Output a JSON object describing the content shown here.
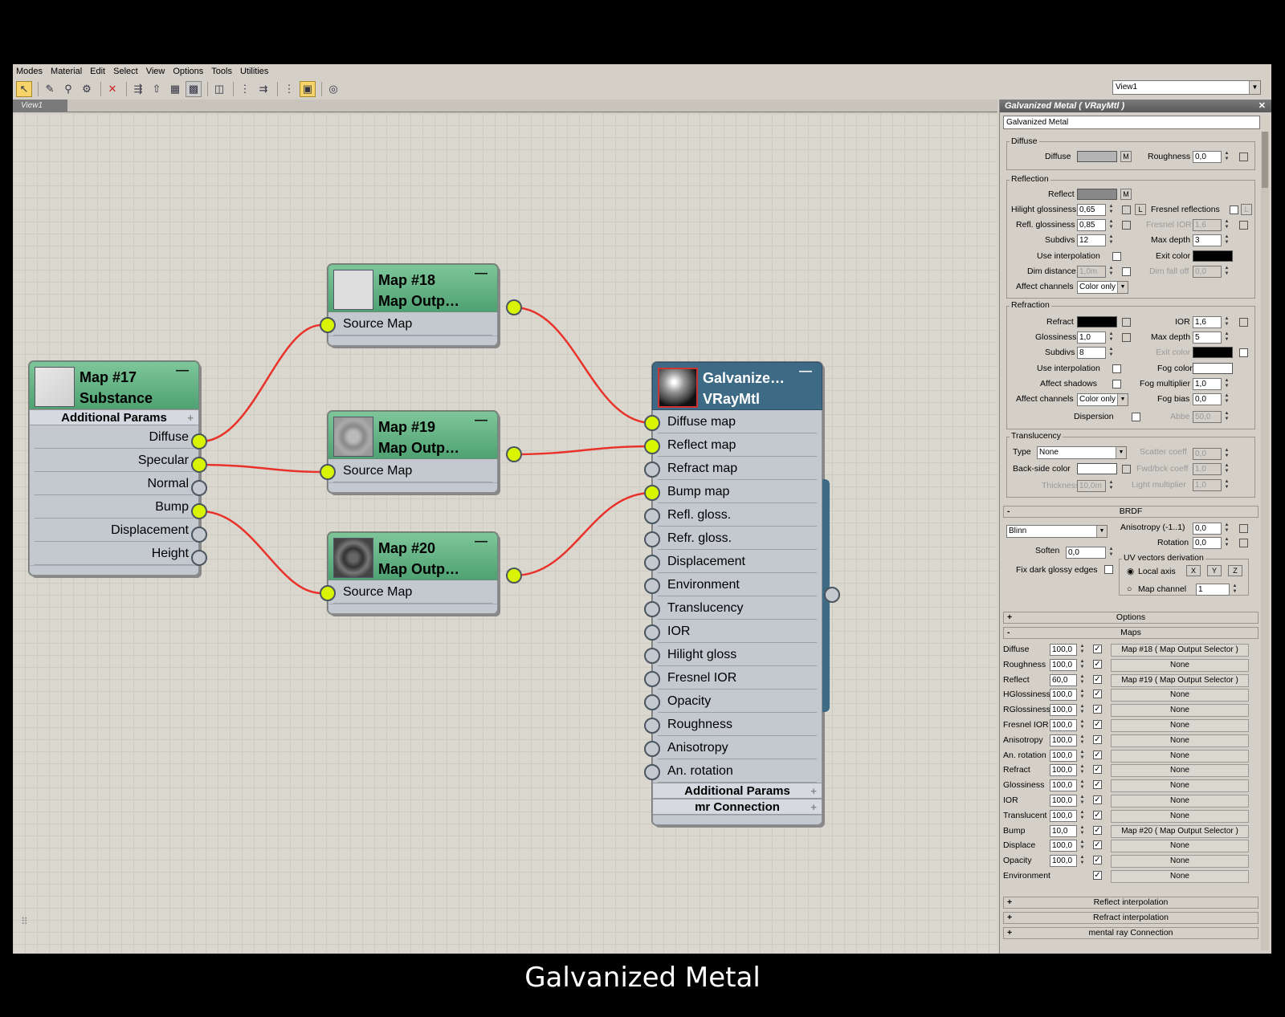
{
  "menu": [
    "Modes",
    "Material",
    "Edit",
    "Select",
    "View",
    "Options",
    "Tools",
    "Utilities"
  ],
  "view_dropdown": "View1",
  "view_tab": "View1",
  "caption": "Galvanized Metal",
  "nodes": {
    "map17": {
      "title1": "Map #17",
      "title2": "Substance",
      "group": "Additional Params",
      "slots": [
        "Diffuse",
        "Specular",
        "Normal",
        "Bump",
        "Displacement",
        "Height"
      ]
    },
    "map18": {
      "title1": "Map #18",
      "title2": "Map Outp…",
      "slot": "Source Map"
    },
    "map19": {
      "title1": "Map #19",
      "title2": "Map Outp…",
      "slot": "Source Map"
    },
    "map20": {
      "title1": "Map #20",
      "title2": "Map Outp…",
      "slot": "Source Map"
    },
    "vray": {
      "title1": "Galvanize…",
      "title2": "VRayMtl",
      "slots": [
        "Diffuse map",
        "Reflect map",
        "Refract map",
        "Bump map",
        "Refl. gloss.",
        "Refr. gloss.",
        "Displacement",
        "Environment",
        "Translucency",
        "IOR",
        "Hilight gloss",
        "Fresnel IOR",
        "Opacity",
        "Roughness",
        "Anisotropy",
        "An. rotation"
      ],
      "groups": [
        "Additional Params",
        "mr Connection"
      ]
    }
  },
  "panel": {
    "title": "Galvanized Metal  ( VRayMtl )",
    "name": "Galvanized Metal",
    "diffuse": {
      "group": "Diffuse",
      "diffuse_label": "Diffuse",
      "m": "M",
      "roughness_label": "Roughness",
      "roughness": "0,0",
      "diffuse_color": "#b4b4b4"
    },
    "reflection": {
      "group": "Reflection",
      "reflect_label": "Reflect",
      "m": "M",
      "reflect_color": "#888888",
      "hilight_label": "Hilight glossiness",
      "hilight": "0,65",
      "l": "L",
      "fresnel_label": "Fresnel reflections",
      "refl_label": "Refl. glossiness",
      "refl": "0,85",
      "fresnel_ior_label": "Fresnel IOR",
      "fresnel_ior": "1,6",
      "subdivs_label": "Subdivs",
      "subdivs": "12",
      "maxdepth_label": "Max depth",
      "maxdepth": "3",
      "interp_label": "Use interpolation",
      "exit_label": "Exit color",
      "dim_label": "Dim distance",
      "dim": "1,0m",
      "dimfall_label": "Dim fall off",
      "dimfall": "0,0",
      "affect_label": "Affect channels",
      "affect": "Color only"
    },
    "refraction": {
      "group": "Refraction",
      "refract_label": "Refract",
      "ior_label": "IOR",
      "ior": "1,6",
      "gloss_label": "Glossiness",
      "gloss": "1,0",
      "maxdepth_label": "Max depth",
      "maxdepth": "5",
      "subdivs_label": "Subdivs",
      "subdivs": "8",
      "exit_label": "Exit color",
      "interp_label": "Use interpolation",
      "fogcolor_label": "Fog color",
      "shadows_label": "Affect shadows",
      "fogmult_label": "Fog multiplier",
      "fogmult": "1,0",
      "affect_label": "Affect channels",
      "affect": "Color only",
      "fogbias_label": "Fog bias",
      "fogbias": "0,0",
      "dispersion_label": "Dispersion",
      "abbe_label": "Abbe",
      "abbe": "50,0"
    },
    "translucency": {
      "group": "Translucency",
      "type_label": "Type",
      "type": "None",
      "scatter_label": "Scatter coeff",
      "scatter": "0,0",
      "backside_label": "Back-side color",
      "fwd_label": "Fwd/bck coeff",
      "fwd": "1,0",
      "thickness_label": "Thickness",
      "thickness": "10,0m",
      "light_label": "Light multiplier",
      "light": "1,0"
    },
    "brdf": {
      "rollout": "BRDF",
      "type": "Blinn",
      "aniso_label": "Anisotropy (-1..1)",
      "aniso": "0,0",
      "rotation_label": "Rotation",
      "rotation": "0,0",
      "soften_label": "Soften",
      "soften": "0,0",
      "uv_group": "UV vectors derivation",
      "local_label": "Local axis",
      "x": "X",
      "y": "Y",
      "z": "Z",
      "fix_label": "Fix dark glossy edges",
      "mapch_label": "Map channel",
      "mapch": "1"
    },
    "options_rollout": "Options",
    "maps_rollout": "Maps",
    "maps": [
      {
        "label": "Diffuse",
        "value": "100,0",
        "map": "Map #18  ( Map Output Selector )"
      },
      {
        "label": "Roughness",
        "value": "100,0",
        "map": "None"
      },
      {
        "label": "Reflect",
        "value": "60,0",
        "map": "Map #19  ( Map Output Selector )"
      },
      {
        "label": "HGlossiness",
        "value": "100,0",
        "map": "None"
      },
      {
        "label": "RGlossiness",
        "value": "100,0",
        "map": "None"
      },
      {
        "label": "Fresnel IOR",
        "value": "100,0",
        "map": "None"
      },
      {
        "label": "Anisotropy",
        "value": "100,0",
        "map": "None"
      },
      {
        "label": "An. rotation",
        "value": "100,0",
        "map": "None"
      },
      {
        "label": "Refract",
        "value": "100,0",
        "map": "None"
      },
      {
        "label": "Glossiness",
        "value": "100,0",
        "map": "None"
      },
      {
        "label": "IOR",
        "value": "100,0",
        "map": "None"
      },
      {
        "label": "Translucent",
        "value": "100,0",
        "map": "None"
      },
      {
        "label": "Bump",
        "value": "10,0",
        "map": "Map #20  ( Map Output Selector )"
      },
      {
        "label": "Displace",
        "value": "100,0",
        "map": "None"
      },
      {
        "label": "Opacity",
        "value": "100,0",
        "map": "None"
      },
      {
        "label": "Environment",
        "value": "",
        "map": "None"
      }
    ],
    "reflect_interp": "Reflect interpolation",
    "refract_interp": "Refract interpolation",
    "mr_rollout": "mental ray Connection"
  },
  "colors": {
    "wire": "#e8322a",
    "socket_on": "#d8f400",
    "node_green": "#5fb283",
    "node_blue": "#3d6a84"
  }
}
